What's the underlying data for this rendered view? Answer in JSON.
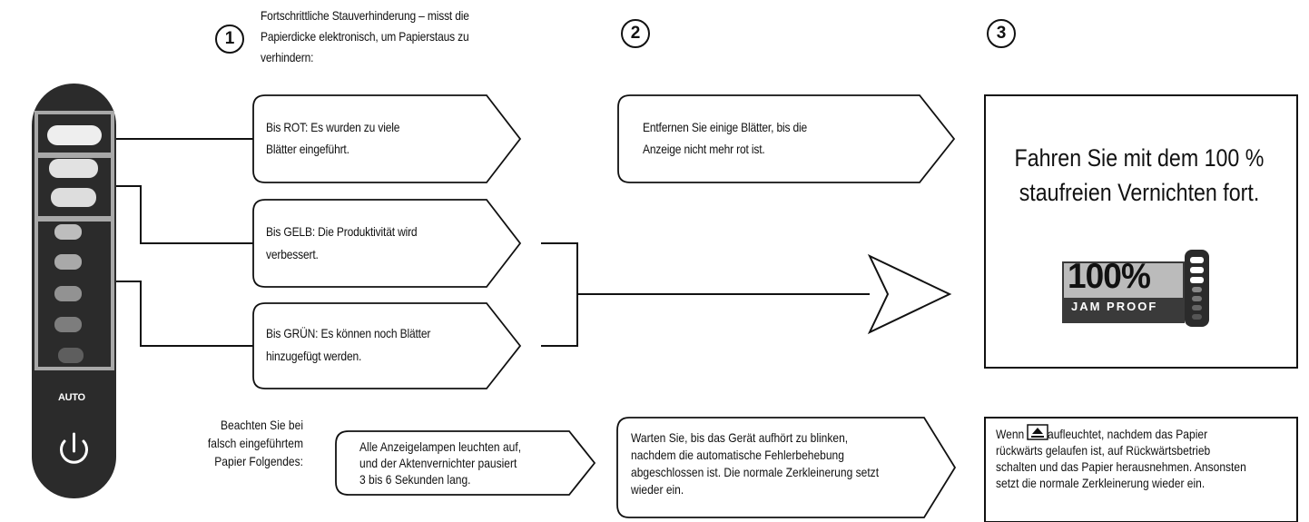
{
  "steps": {
    "step1": {
      "number": "1",
      "heading": [
        "Fortschrittliche Stauverhinderung – misst die",
        "Papierdicke elektronisch, um Papierstaus zu",
        "verhindern:"
      ],
      "red": [
        "Bis ROT: Es wurden zu viele",
        "Blätter eingeführt."
      ],
      "yellow": [
        "Bis GELB: Die Produktivität wird",
        "verbessert."
      ],
      "green": [
        "Bis GRÜN: Es können noch Blätter",
        "hinzugefügt werden."
      ]
    },
    "step2": {
      "number": "2",
      "red_action": [
        "Entfernen Sie einige Blätter, bis die",
        "Anzeige nicht mehr rot ist."
      ]
    },
    "step3": {
      "number": "3",
      "title": [
        "Fahren Sie mit dem 100 %",
        "staufreien Vernichten fort."
      ],
      "logo_big": "100%",
      "logo_small": "JAM PROOF"
    }
  },
  "misfeed": {
    "label": [
      "Beachten Sie bei",
      "falsch eingeführtem",
      "Papier Folgendes:"
    ],
    "all_lamps": [
      "Alle Anzeigelampen leuchten auf,",
      "und der Aktenvernichter pausiert",
      "3 bis 6 Sekunden lang."
    ],
    "wait": [
      "Warten Sie, bis das Gerät aufhört zu blinken,",
      "nachdem die automatische Fehlerbehebung",
      "abgeschlossen ist. Die normale Zerkleinerung setzt",
      "wieder ein."
    ],
    "reverse": {
      "before_icon": "Wenn",
      "after_icon": "aufleuchtet, nachdem das Papier",
      "rest": [
        "rückwärts gelaufen ist, auf Rückwärtsbetrieb",
        "schalten und das Papier herausnehmen. Ansonsten",
        "setzt die normale Zerkleinerung wieder ein."
      ]
    }
  },
  "panel": {
    "auto_label": "AUTO",
    "power_icon": "power-icon",
    "lamp_color_top": "#e8e8e8",
    "lamp_color_bottom": "#4a4a4a"
  }
}
